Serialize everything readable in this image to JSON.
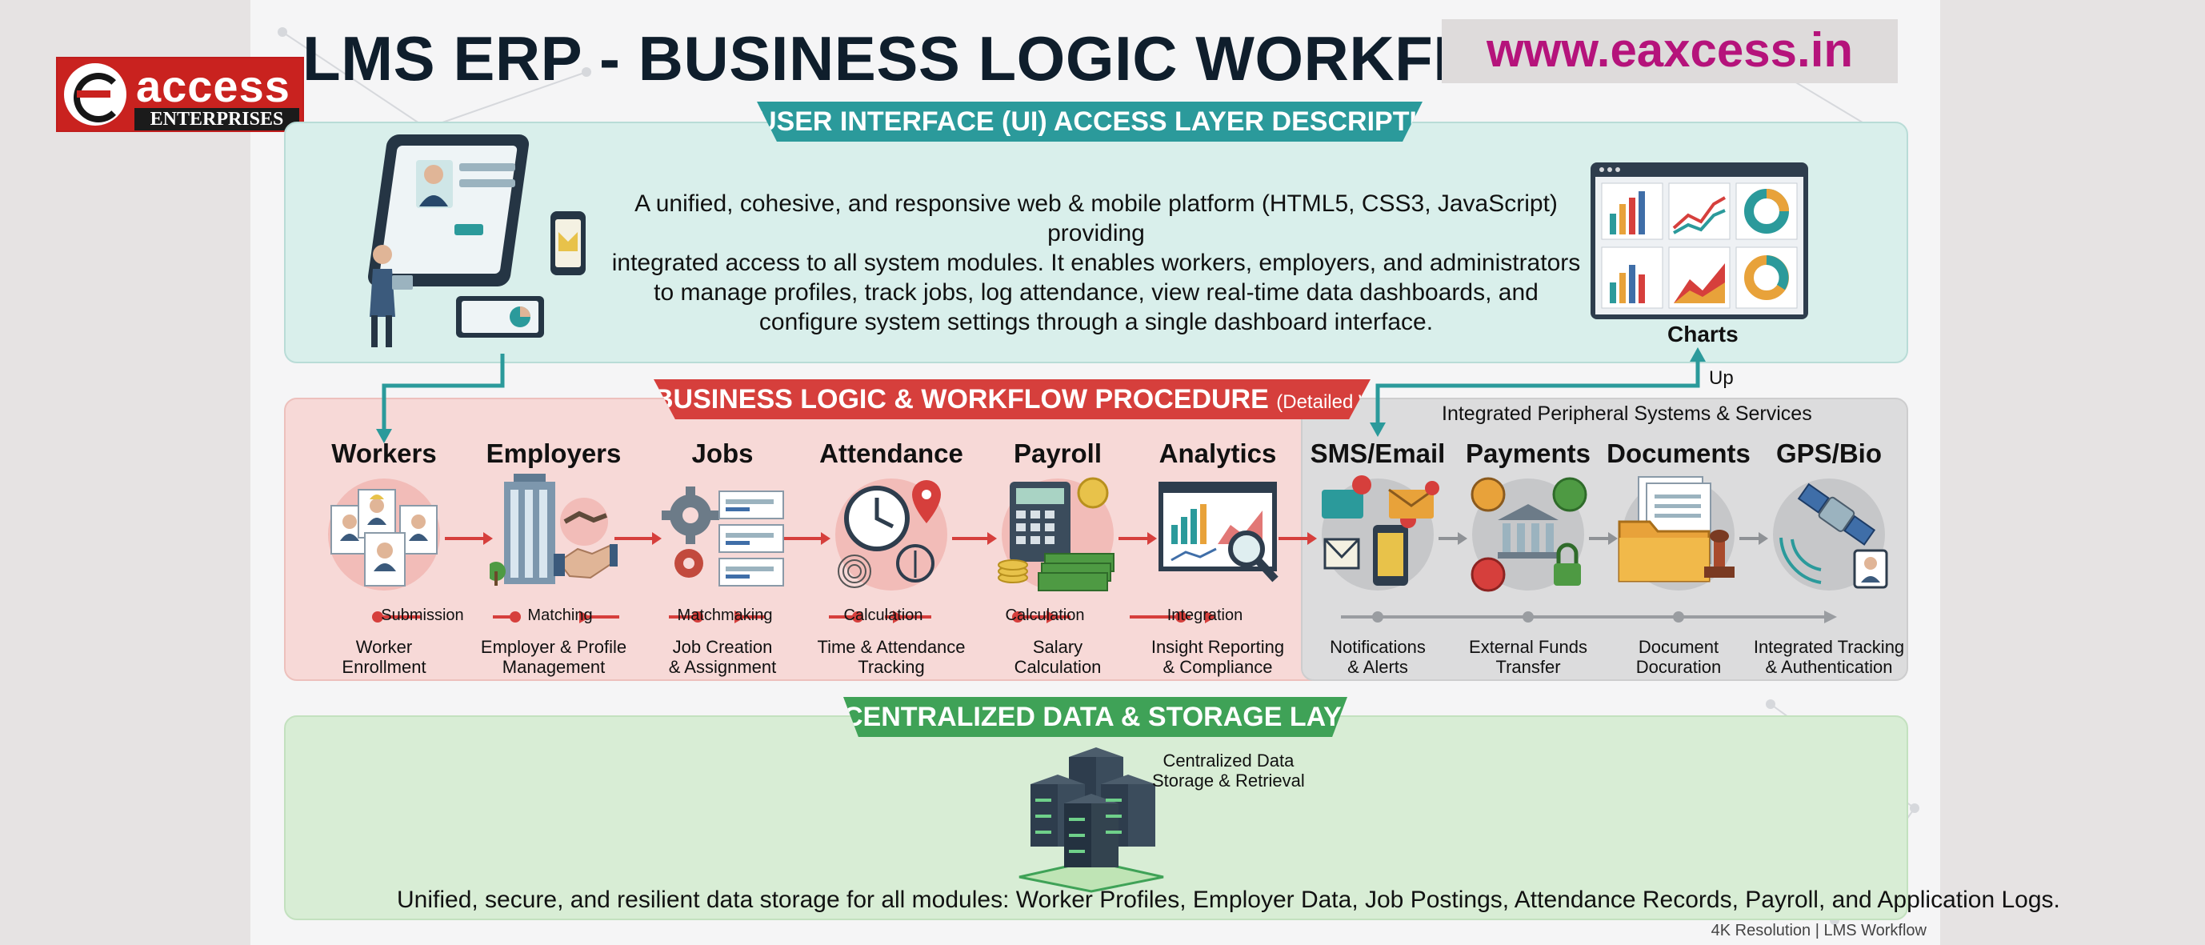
{
  "header": {
    "title": "LMS ERP - BUSINESS LOGIC WORKFLOW",
    "website": "www.eaxcess.in",
    "logo": {
      "word": "access",
      "subtitle": "ENTERPRISES"
    }
  },
  "ui_layer": {
    "ribbon": "USER INTERFACE (UI) ACCESS LAYER DESCRIPTION",
    "description": [
      "A unified, cohesive, and responsive web & mobile platform (HTML5, CSS3, JavaScript) providing",
      "integrated access to all system modules. It enables workers, employers, and administrators",
      "to manage profiles, track jobs, log attendance, view real-time data dashboards, and",
      "configure system settings through a single dashboard interface."
    ],
    "charts_label": "Charts",
    "up_label": "Up"
  },
  "workflow": {
    "ribbon_main": "BUSINESS LOGIC & WORKFLOW PROCEDURE",
    "ribbon_sub": "(Detailed Walkthrough)",
    "peripheral_title": "Integrated Peripheral Systems & Services",
    "steps": [
      {
        "name": "Workers",
        "icon": "worker-cards-icon",
        "caption": [
          "Worker",
          "Enrollment"
        ]
      },
      {
        "name": "Employers",
        "icon": "building-handshake-icon",
        "caption": [
          "Employer & Profile",
          "Management"
        ]
      },
      {
        "name": "Jobs",
        "icon": "gears-documents-icon",
        "caption": [
          "Job Creation",
          "& Assignment"
        ]
      },
      {
        "name": "Attendance",
        "icon": "clock-fingerprint-icon",
        "caption": [
          "Time & Attendance",
          "Tracking"
        ]
      },
      {
        "name": "Payroll",
        "icon": "calculator-money-icon",
        "caption": [
          "Salary",
          "Calculation"
        ]
      },
      {
        "name": "Analytics",
        "icon": "dashboard-magnifier-icon",
        "caption": [
          "Insight Reporting",
          "& Compliance"
        ]
      },
      {
        "name": "SMS/Email",
        "icon": "envelope-phone-icon",
        "caption": [
          "Notifications",
          "& Alerts"
        ]
      },
      {
        "name": "Payments",
        "icon": "bank-currency-icon",
        "caption": [
          "External Funds",
          "Transfer"
        ]
      },
      {
        "name": "Documents",
        "icon": "folder-stamp-icon",
        "caption": [
          "Document",
          "Docuration"
        ]
      },
      {
        "name": "GPS/Bio",
        "icon": "satellite-face-icon",
        "caption": [
          "Integrated Tracking",
          "& Authentication"
        ]
      }
    ],
    "connectors": [
      "Submission",
      "Matching",
      "Matchmaking",
      "Calculation",
      "Calculation",
      "Integration"
    ]
  },
  "data_layer": {
    "ribbon": "CENTRALIZED DATA & STORAGE LAYER",
    "storage_label": [
      "Centralized Data",
      "Storage & Retrieval"
    ],
    "description": "Unified, secure, and resilient data storage for all modules: Worker Profiles, Employer Data, Job Postings, Attendance Records, Payroll, and Application Logs."
  },
  "footer": "4K Resolution | LMS Workflow",
  "colors": {
    "teal": "#2b9a9b",
    "red": "#d63f3c",
    "green": "#3fa257",
    "ui_panel": "#d9efeb",
    "workflow_panel": "#f7d9d7",
    "peripheral_panel": "#dcdcdd",
    "data_panel": "#d8edd5",
    "brand_magenta": "#b5137b"
  }
}
